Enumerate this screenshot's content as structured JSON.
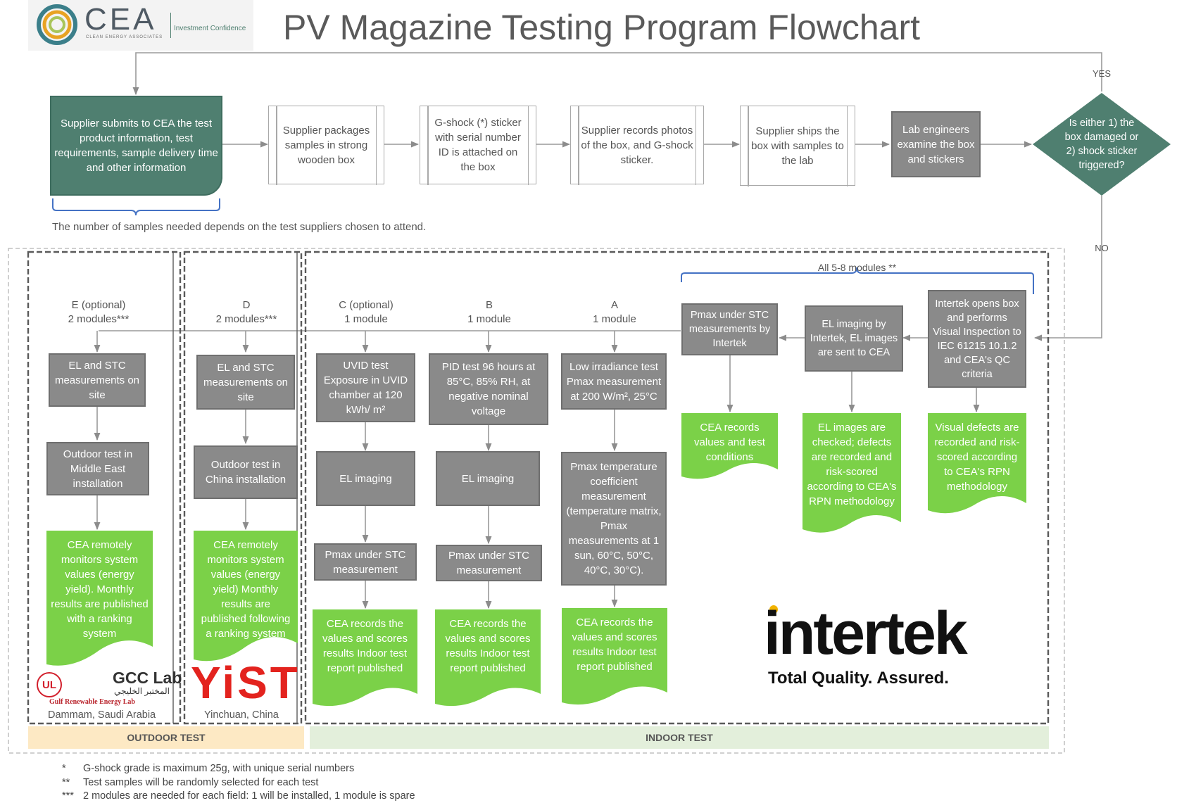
{
  "title": "PV Magazine Testing Program Flowchart",
  "logo": {
    "name": "CEA",
    "subtitle": "CLEAN ENERGY ASSOCIATES",
    "tagline": "Investment Confidence"
  },
  "top_flow": {
    "submit": "Supplier submits to CEA the test product information, test requirements, sample delivery time and other information",
    "package": "Supplier packages samples in strong wooden box",
    "sticker": "G-shock (*) sticker with serial number ID is attached on the box",
    "records": "Supplier records photos of the box, and G-shock sticker.",
    "ships": "Supplier ships the box with samples to the lab",
    "examine": "Lab engineers examine the box and stickers",
    "decision": "Is either 1) the box damaged or 2) shock sticker triggered?",
    "yes": "YES",
    "no": "NO",
    "samples_note": "The number of samples needed depends on the test suppliers chosen to attend."
  },
  "intertek_chain": {
    "bracket_label": "All 5-8 modules **",
    "opens": "Intertek opens box and performs Visual Inspection to IEC 61215 10.1.2 and CEA's QC criteria",
    "el_imaging": "EL imaging by Intertek, EL images are sent to CEA",
    "pmax": "Pmax under STC measurements by Intertek",
    "visual_defects": "Visual defects are recorded and risk-scored according to CEA's RPN methodology",
    "el_checked": "EL images are checked; defects are recorded and risk-scored according to CEA's RPN methodology",
    "cea_records": "CEA records values and test conditions"
  },
  "columns": {
    "E": {
      "header": "E (optional)",
      "sub": "2 modules***",
      "step1": "EL and STC measurements on site",
      "step2": "Outdoor test in Middle East installation",
      "result": "CEA remotely monitors system values (energy yield). Monthly results are published with a ranking system",
      "location": "Dammam, Saudi Arabia",
      "logo_ul": "UL",
      "logo_gcc": "GCC Lab",
      "logo_gcc_ar": "المختبر الخليجي",
      "logo_gcc_sub": "Gulf Renewable Energy Lab"
    },
    "D": {
      "header": "D",
      "sub": "2 modules***",
      "step1": "EL and STC measurements on site",
      "step2": "Outdoor test in China installation",
      "result": "CEA remotely monitors system values (energy yield) Monthly results are published following a ranking system",
      "location": "Yinchuan, China",
      "logo": "YiST"
    },
    "C": {
      "header": "C (optional)",
      "sub": "1 module",
      "step1": "UVID test Exposure in UVID chamber at 120 kWh/ m²",
      "step2": "EL imaging",
      "step3": "Pmax under STC measurement",
      "result": "CEA records the values and scores results Indoor test report published"
    },
    "B": {
      "header": "B",
      "sub": "1 module",
      "step1": "PID test 96 hours at 85°C, 85% RH, at negative nominal voltage",
      "step2": "EL imaging",
      "step3": "Pmax under STC measurement",
      "result": "CEA records the values and scores results Indoor test report published"
    },
    "A": {
      "header": "A",
      "sub": "1 module",
      "step1": "Low irradiance test Pmax measurement at 200 W/m², 25°C",
      "step2": "Pmax temperature coefficient measurement (temperature matrix, Pmax measurements at 1 sun, 60°C, 50°C, 40°C, 30°C).",
      "result": "CEA records the values and scores results Indoor test report published"
    }
  },
  "intertek_logo": {
    "word": "intertek",
    "tagline": "Total Quality. Assured."
  },
  "bands": {
    "outdoor": "OUTDOOR TEST",
    "indoor": "INDOOR TEST"
  },
  "footnotes": [
    {
      "mark": "*",
      "text": "G-shock grade is maximum 25g, with unique serial numbers"
    },
    {
      "mark": "**",
      "text": "Test samples will be randomly selected for each test"
    },
    {
      "mark": "***",
      "text": "2 modules are needed for each field: 1 will be installed, 1 module is spare"
    }
  ],
  "colors": {
    "gray": "#8a8a8a",
    "green": "#7bd148",
    "teal": "#4f7f70",
    "outdoor_band": "#fde9c4",
    "indoor_band": "#e3efdb",
    "decision": "#4f7f70",
    "bracket": "#4472c4"
  }
}
